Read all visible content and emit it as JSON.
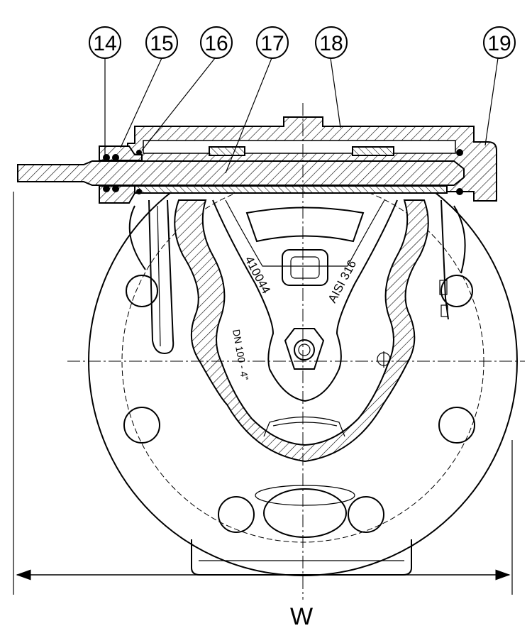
{
  "callouts": [
    {
      "id": "c14",
      "label": "14"
    },
    {
      "id": "c15",
      "label": "15"
    },
    {
      "id": "c16",
      "label": "16"
    },
    {
      "id": "c17",
      "label": "17"
    },
    {
      "id": "c18",
      "label": "18"
    },
    {
      "id": "c19",
      "label": "19"
    }
  ],
  "dimension": {
    "label": "W"
  },
  "markings": {
    "material_code": "410044",
    "material_grade": "AISI 316",
    "nominal_size": "DN 100 - 4\""
  }
}
